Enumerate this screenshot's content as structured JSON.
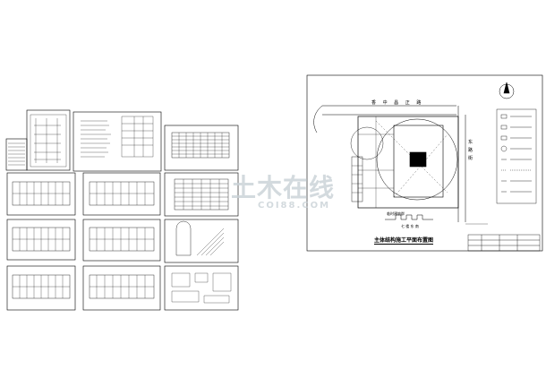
{
  "site_plan": {
    "road_north_label": "香 中 昌 正 路",
    "road_east_label": "东 路 街",
    "title": "主体结构施工平面布置图",
    "courtyard_label": "临时建筑群",
    "south_label": "七 楼 东 南"
  },
  "watermark": {
    "main": "土木在线",
    "sub": "COI88.COM"
  }
}
